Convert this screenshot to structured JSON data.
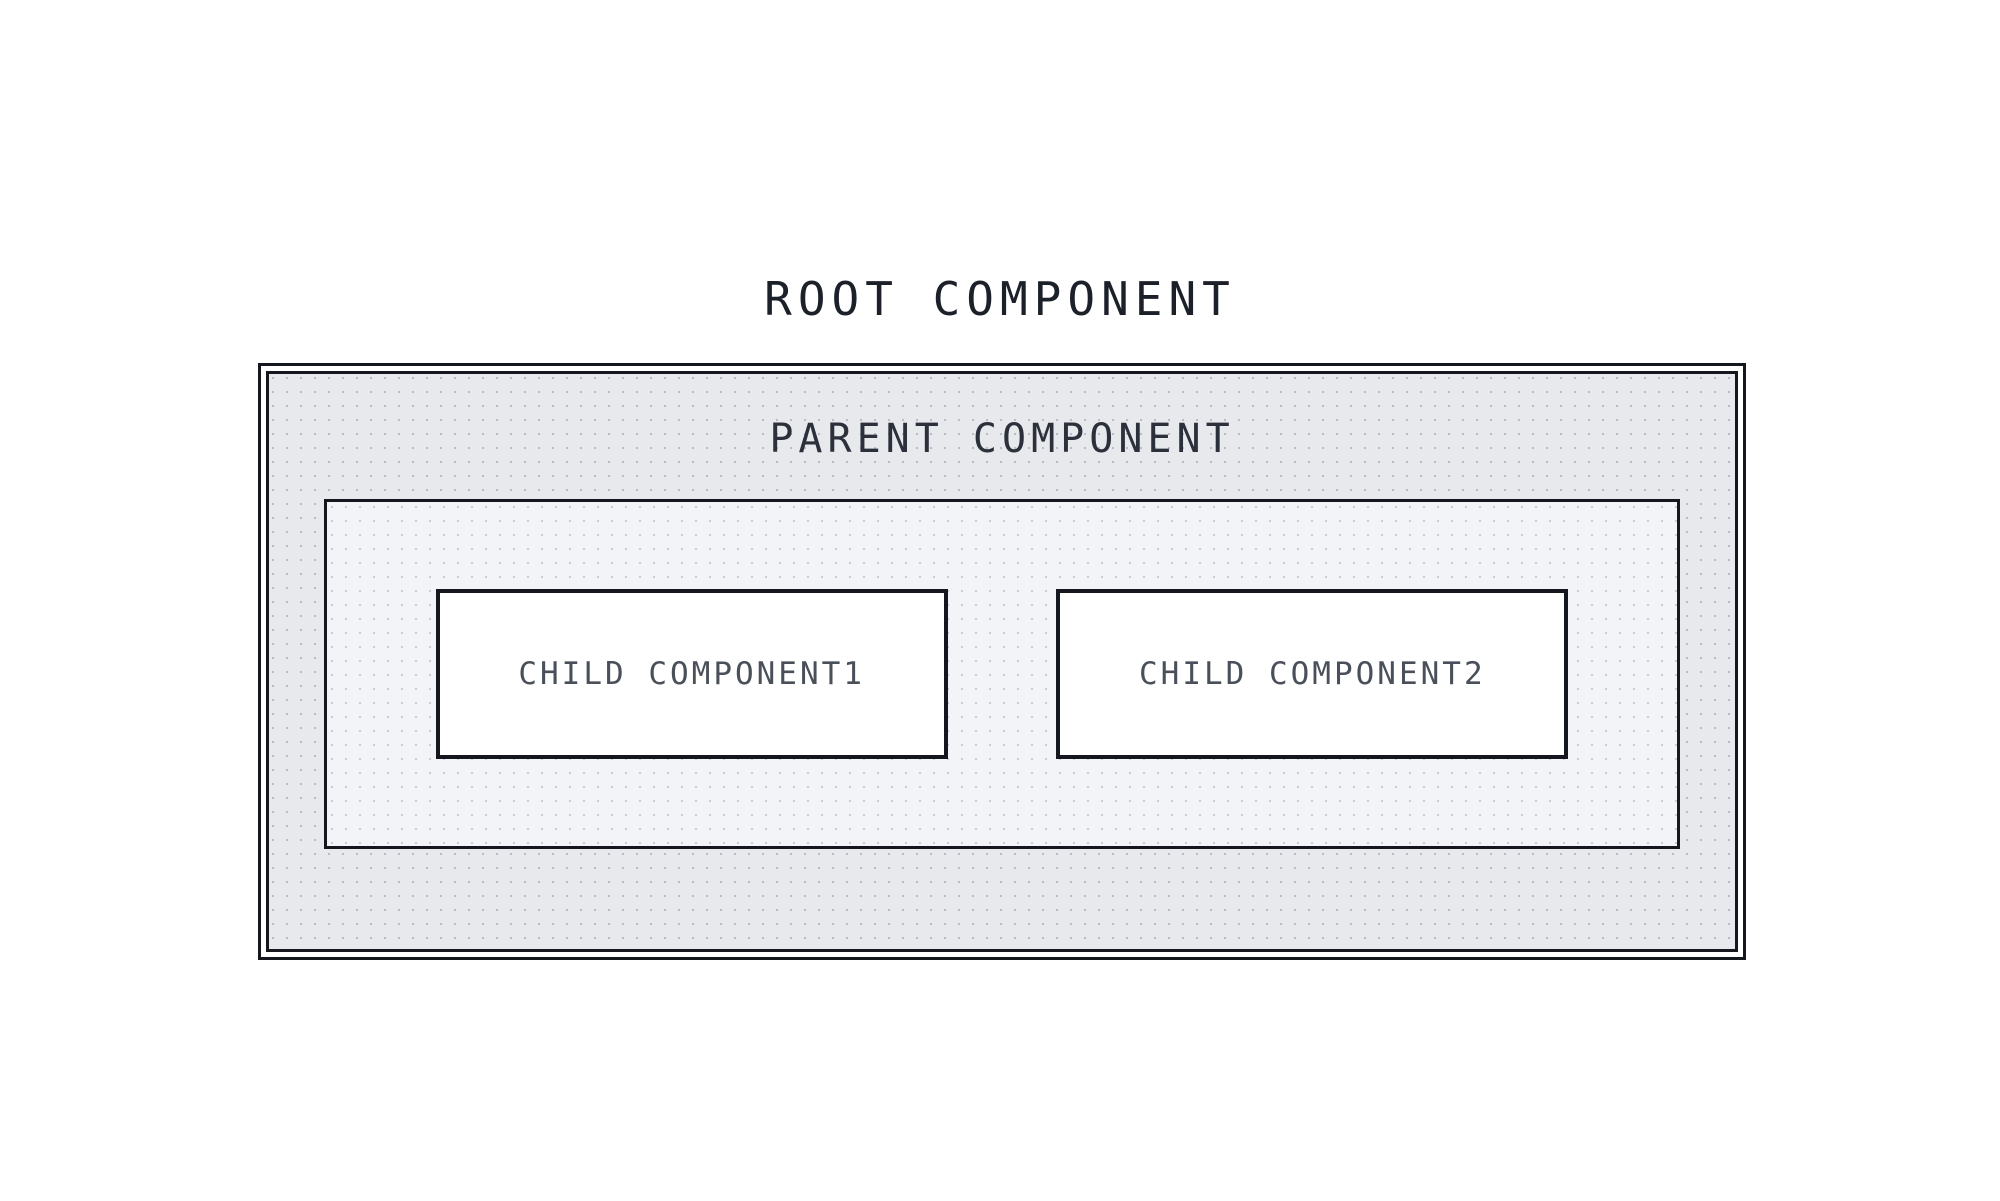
{
  "diagram": {
    "root": {
      "title": "ROOT COMPONENT"
    },
    "parent": {
      "title": "PARENT COMPONENT"
    },
    "children": [
      {
        "label": "CHILD COMPONENT1"
      },
      {
        "label": "CHILD COMPONENT2"
      }
    ]
  },
  "colors": {
    "border": "#14171d",
    "root_title_text": "#1b2029",
    "parent_title_text": "#2b303b",
    "child_label_text": "#4a5059",
    "parent_fill": "#e7e9ed",
    "inner_fill": "#f2f4f8",
    "child_fill": "#ffffff",
    "page_background": "#ffffff"
  }
}
